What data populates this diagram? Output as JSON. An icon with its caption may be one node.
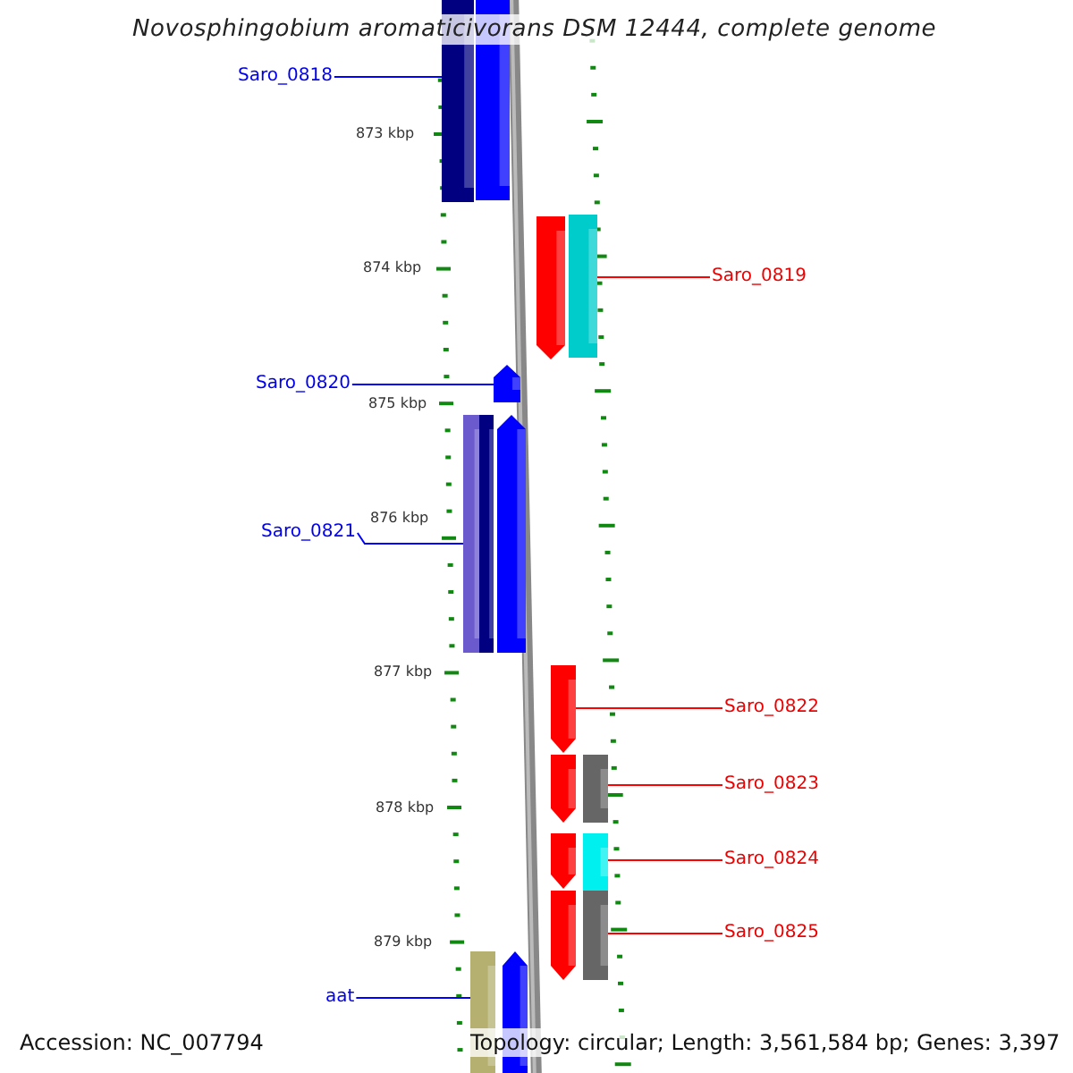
{
  "diagram": {
    "title": "Novosphingobium aromaticivorans DSM 12444, complete genome",
    "nodes": [
      {
        "text": [
          "Saro_0818"
        ]
      },
      {
        "text": [],
        "shape": "bar"
      },
      {
        "text": [],
        "shape": "bar"
      },
      {
        "text": [],
        "shape": "bar"
      },
      {
        "text": [],
        "shape": "bar"
      },
      {
        "text": [
          "Saro_0819"
        ]
      },
      {
        "text": [
          "Saro_0820"
        ]
      },
      {
        "text": [],
        "shape": "bar"
      },
      {
        "text": [],
        "shape": "bar"
      },
      {
        "text": [],
        "shape": "bar"
      },
      {
        "text": [],
        "shape": "bar"
      },
      {
        "text": [
          "Saro_0821"
        ]
      },
      {
        "text": [],
        "shape": "bar"
      },
      {
        "text": [
          "Saro_0822"
        ]
      },
      {
        "text": [],
        "shape": "bar"
      },
      {
        "text": [],
        "shape": "bar"
      },
      {
        "text": [
          "Saro_0823"
        ]
      },
      {
        "text": [],
        "shape": "bar"
      },
      {
        "text": [],
        "shape": "bar"
      },
      {
        "text": [
          "Saro_0824"
        ]
      },
      {
        "text": [],
        "shape": "bar"
      },
      {
        "text": [],
        "shape": "bar"
      },
      {
        "text": [
          "Saro_0825"
        ]
      },
      {
        "text": [
          "aat"
        ]
      },
      {
        "text": [],
        "shape": "bar"
      },
      {
        "text": [],
        "shape": "bar"
      }
    ],
    "edges": [
      {
        "from": 0,
        "to": 1,
        "arrow": "none",
        "color": "#0000ff"
      },
      {
        "from": 5,
        "to": 4,
        "arrow": "none"
      },
      {
        "from": 6,
        "to": 7,
        "arrow": "none",
        "color": "#0000ff"
      },
      {
        "from": 11,
        "to": 8,
        "arrow": "none",
        "color": "#0000ff"
      },
      {
        "from": 13,
        "to": 12,
        "arrow": "none"
      },
      {
        "from": 16,
        "to": 15,
        "arrow": "none"
      },
      {
        "from": 19,
        "to": 18,
        "arrow": "none"
      },
      {
        "from": 22,
        "to": 21,
        "arrow": "none"
      },
      {
        "from": 23,
        "to": 24,
        "arrow": "none",
        "color": "#0000ff"
      }
    ],
    "labels": [
      "873 kbp",
      "874 kbp",
      "875 kbp",
      "876 kbp",
      "877 kbp",
      "878 kbp",
      "879 kbp",
      "Accession: NC_007794",
      "Topology: circular; Length: 3,561,584 bp; Genes: 3,397"
    ]
  }
}
